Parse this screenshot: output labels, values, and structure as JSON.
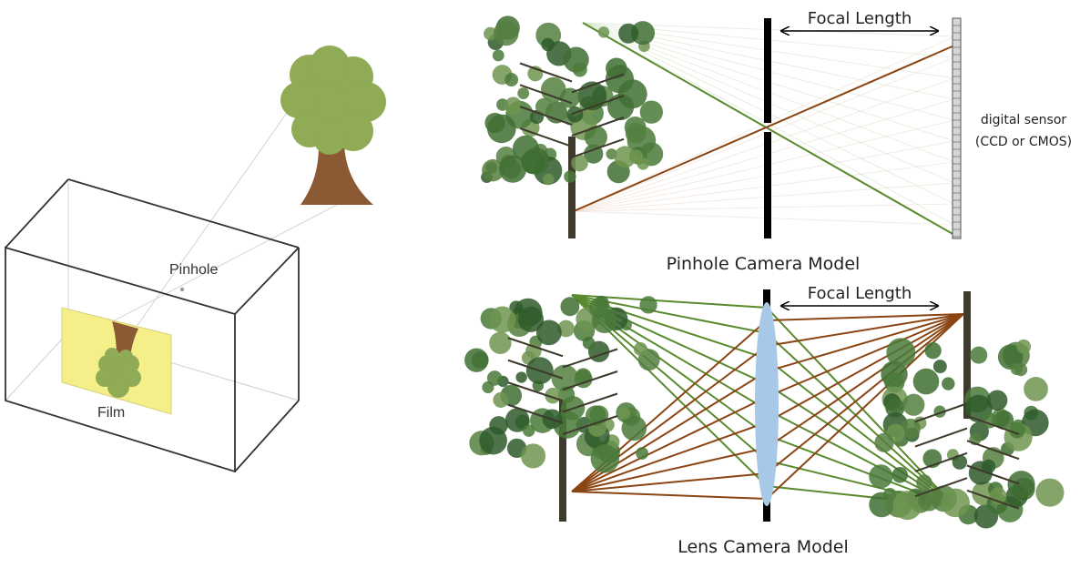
{
  "left_diagram": {
    "pinhole_label": "Pinhole",
    "film_label": "Film"
  },
  "pinhole_model": {
    "focal_label": "Focal Length",
    "sensor_label_line1": "digital sensor",
    "sensor_label_line2": "(CCD or CMOS)",
    "caption": "Pinhole Camera Model"
  },
  "lens_model": {
    "focal_label": "Focal Length",
    "caption": "Lens Camera Model"
  },
  "colors": {
    "ray_green": "#5a8a2e",
    "ray_brown": "#8b4513",
    "lens_blue": "#a8c8e8",
    "tree_green": "#8fab55",
    "trunk_brown": "#8b5a34",
    "film_yellow": "#f5ef8a"
  }
}
